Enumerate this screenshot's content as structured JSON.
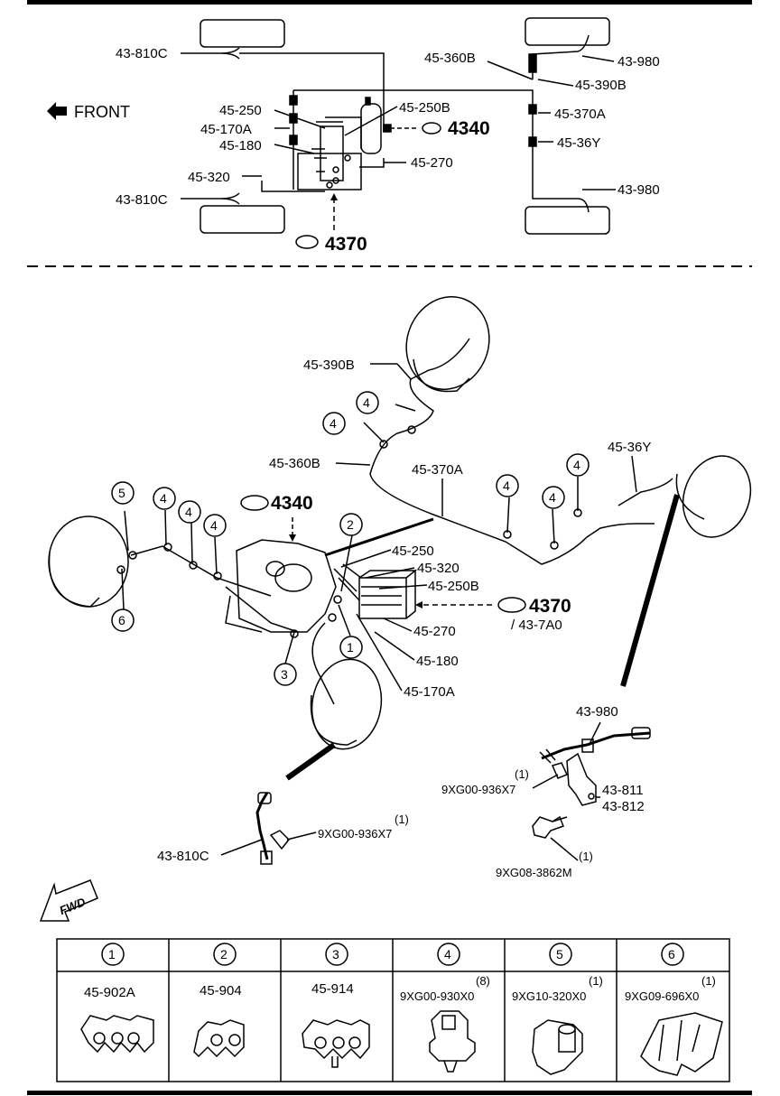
{
  "overview": {
    "front_label": "FRONT",
    "labels": {
      "l_43_810C_top": "43-810C",
      "l_45_360B": "45-360B",
      "l_43_980_top": "43-980",
      "l_45_390B": "45-390B",
      "l_45_250": "45-250",
      "l_45_250B": "45-250B",
      "l_4340": "4340",
      "l_45_170A": "45-170A",
      "l_45_370A": "45-370A",
      "l_45_180": "45-180",
      "l_45_36Y": "45-36Y",
      "l_45_270": "45-270",
      "l_45_320": "45-320",
      "l_43_980_bot": "43-980",
      "l_43_810C_bot": "43-810C",
      "l_4370": "4370"
    }
  },
  "detail": {
    "labels": {
      "d_45_390B": "45-390B",
      "d_45_360B": "45-360B",
      "d_45_370A": "45-370A",
      "d_45_36Y": "45-36Y",
      "d_4340": "4340",
      "d_45_250": "45-250",
      "d_45_320": "45-320",
      "d_45_250B": "45-250B",
      "d_4370": "4370",
      "d_43_7A0": "/ 43-7A0",
      "d_45_270": "45-270",
      "d_45_180": "45-180",
      "d_45_170A": "45-170A",
      "d_43_980": "43-980",
      "d_9XG00_936X7_a": "9XG00-936X7",
      "d_9XG00_936X7_a_qty": "(1)",
      "d_43_811": "43-811",
      "d_43_812": "43-812",
      "d_9XG08_3862M": "9XG08-3862M",
      "d_9XG08_3862M_qty": "(1)",
      "d_43_810C": "43-810C",
      "d_9XG00_936X7_b": "9XG00-936X7",
      "d_9XG00_936X7_b_qty": "(1)",
      "fwd": "FWD"
    },
    "callouts": {
      "c1": "1",
      "c2": "2",
      "c3": "3",
      "c4a": "4",
      "c4b": "4",
      "c4c": "4",
      "c4d": "4",
      "c4e": "4",
      "c4f": "4",
      "c4g": "4",
      "c4h": "4",
      "c5": "5",
      "c6": "6"
    }
  },
  "table": {
    "columns": [
      {
        "num": "1",
        "part": "45-902A",
        "qty": ""
      },
      {
        "num": "2",
        "part": "45-904",
        "qty": ""
      },
      {
        "num": "3",
        "part": "45-914",
        "qty": ""
      },
      {
        "num": "4",
        "part": "9XG00-930X0",
        "qty": "(8)"
      },
      {
        "num": "5",
        "part": "9XG10-320X0",
        "qty": "(1)"
      },
      {
        "num": "6",
        "part": "9XG09-696X0",
        "qty": "(1)"
      }
    ]
  }
}
